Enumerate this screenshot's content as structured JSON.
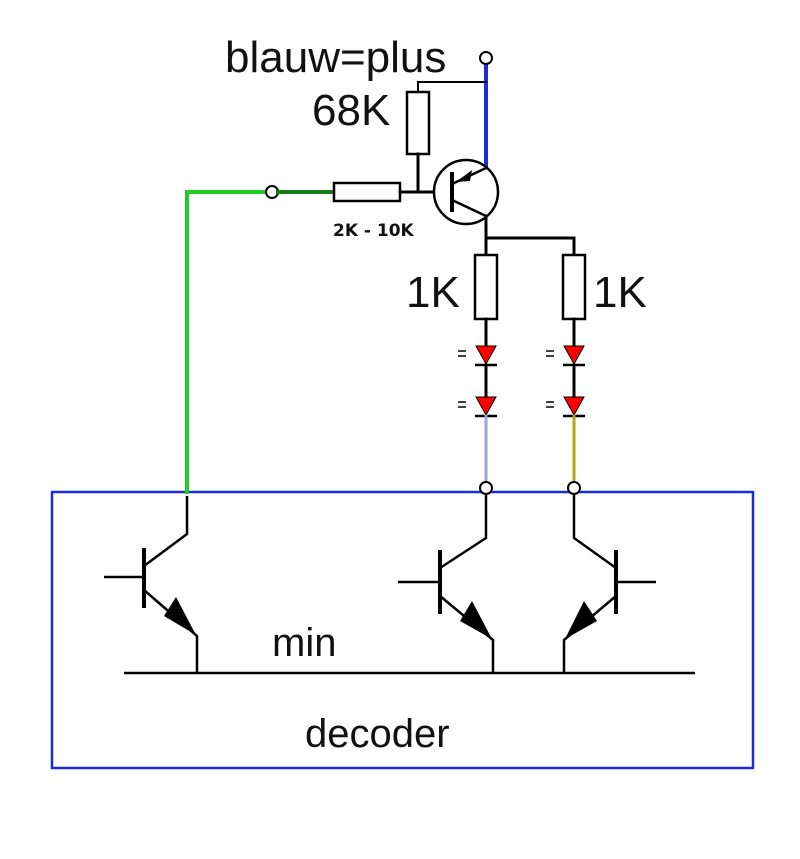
{
  "labels": {
    "supply": "blauw=plus",
    "pullup_resistor": "68K",
    "base_resistor": "2K - 10K",
    "led_resistor_left": "1K",
    "led_resistor_right": "1K",
    "ground_rail": "min",
    "decoder_box": "decoder"
  },
  "colors": {
    "wire_default": "#000000",
    "wire_supply": "#1a2be0",
    "wire_signal_light": "#22cc22",
    "wire_signal_dark": "#1a7a1a",
    "wire_led_left_cathode": "#9aa6d6",
    "wire_led_right_cathode": "#a8a820",
    "led_fill": "#ff0000",
    "decoder_border": "#1a2be0"
  }
}
